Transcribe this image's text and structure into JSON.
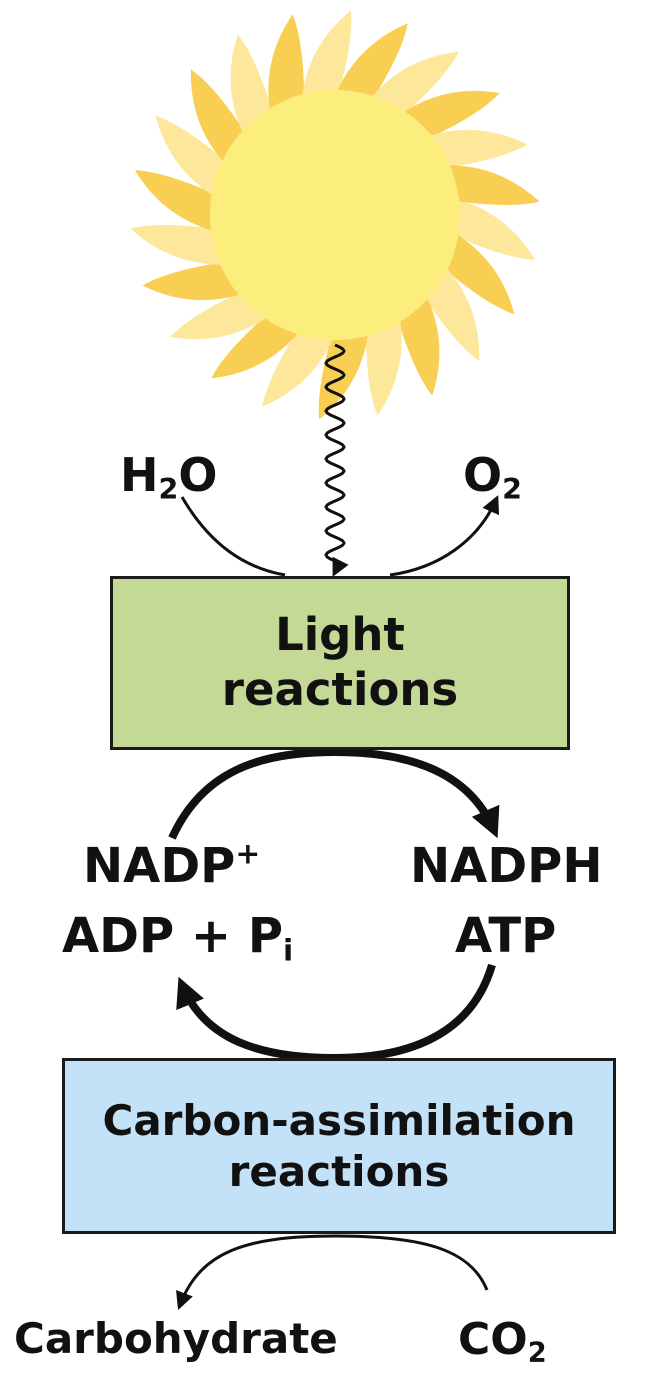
{
  "colors": {
    "sun_core": "#FBEE7C",
    "sun_ray": "#F8CF52",
    "sun_ray_light": "#FCE79A",
    "light_box_fill": "#C5D996",
    "carbon_box_fill": "#C4E2F7",
    "stroke": "#111111"
  },
  "icons": {
    "sun": "sun-icon",
    "photon": "wavy-arrow-icon"
  },
  "inputs_top": {
    "water": {
      "base": "H",
      "sub": "2",
      "tail": "O"
    },
    "oxygen": {
      "base": "O",
      "sub": "2"
    }
  },
  "light_box": {
    "line1": "Light",
    "line2": "reactions"
  },
  "left_products": {
    "line1_base": "NADP",
    "line1_sup": "+",
    "line2_base": "ADP + P",
    "line2_sub": "i"
  },
  "right_products": {
    "line1": "NADPH",
    "line2": "ATP"
  },
  "carbon_box": {
    "line1": "Carbon-assimilation",
    "line2": "reactions"
  },
  "bottom": {
    "carbohydrate": "Carbohydrate",
    "co2": {
      "base": "CO",
      "sub": "2"
    }
  }
}
